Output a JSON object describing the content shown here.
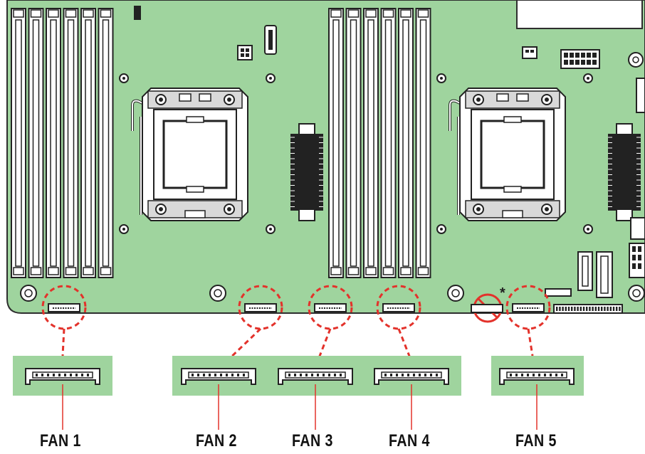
{
  "colors": {
    "board": "#9fd49e",
    "board_edge": "#2e2e2e",
    "highlight": "#e3322b",
    "connector_bg": "#9fd49e"
  },
  "fans": [
    {
      "label": "FAN 1"
    },
    {
      "label": "FAN 2"
    },
    {
      "label": "FAN 3"
    },
    {
      "label": "FAN 4"
    },
    {
      "label": "FAN 5"
    }
  ],
  "annotations": {
    "asterisk": "*"
  },
  "icons": {
    "no_fan_marker": "prohibited-circle-icon"
  }
}
